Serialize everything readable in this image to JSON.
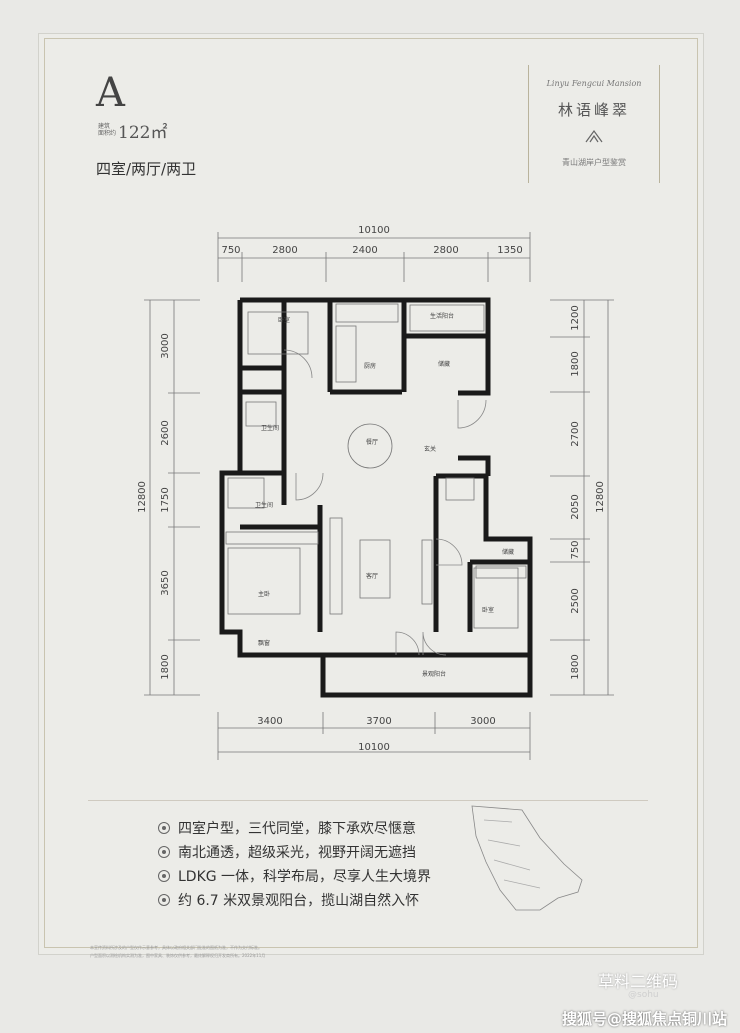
{
  "unit": {
    "letter": "A",
    "area_label_1": "建筑",
    "area_label_2": "面积约",
    "area_value": "122㎡",
    "rooms": "四室/两厅/两卫"
  },
  "brand": {
    "script": "Linyu Fengcui Mansion",
    "name": "林语峰翠",
    "subtitle": "青山湖岸户型鉴赏",
    "logo_icon": "mountain-logo-icon"
  },
  "dimensions": {
    "top_total": "10100",
    "top_segments": [
      "750",
      "2800",
      "2400",
      "2800",
      "1350"
    ],
    "bottom_segments": [
      "3400",
      "3700",
      "3000"
    ],
    "bottom_total": "10100",
    "left_segments": [
      "3000",
      "2600",
      "1750",
      "3650",
      "1800"
    ],
    "left_total": "12800",
    "right_segments": [
      "1200",
      "1800",
      "2700",
      "2050",
      "750",
      "2500",
      "1800"
    ],
    "right_total": "12800"
  },
  "rooms": {
    "bedroom_nw": "卧室",
    "kitchen": "厨房",
    "utility_balcony": "生活阳台",
    "storage": "储藏",
    "bath_1": "卫生间",
    "bath_2": "卫生间",
    "dining": "餐厅",
    "entrance": "玄关",
    "living": "客厅",
    "master_bedroom": "主卧",
    "bay_window": "飘窗",
    "closet": "储藏",
    "bedroom_se": "卧室",
    "view_balcony": "景观阳台"
  },
  "features": [
    "四室户型，三代同堂，膝下承欢尽惬意",
    "南北通透，超级采光，视野开阔无遮挡",
    "LDKG 一体，科学布局，尽享人生大境界",
    "约 6.7 米双景观阳台，揽山湖自然入怀"
  ],
  "disclaimer": [
    "本宣传资料所涉及的户型仅作示意参考，具体以政府相关部门批准的图纸为准，不作为交付标准。",
    "户型面积以测绘机构实测为准，图中家具、装饰仅供参考，最终解释权归开发商所有。2022年11月"
  ],
  "watermarks": {
    "top": "草料二维码",
    "middle": "@sohu",
    "bottom": "搜狐号@搜狐焦点铜川站"
  },
  "colors": {
    "background": "#e9e9e6",
    "wall": "#1a1a1a",
    "text": "#333333",
    "border_gold": "#c9c4b0"
  }
}
